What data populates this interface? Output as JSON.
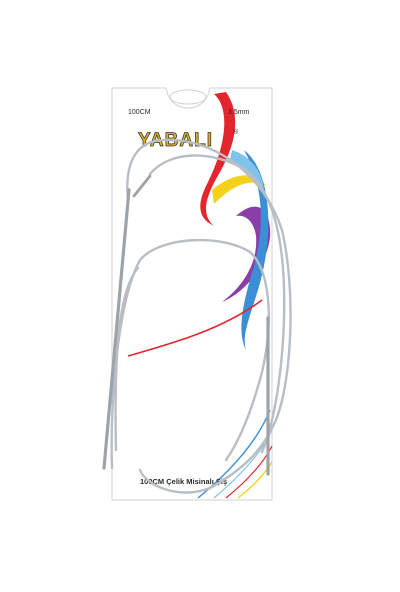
{
  "card": {
    "size_label": "100CM",
    "needle_size": "3.5mm",
    "brand": "YABALI",
    "brand_mark": "®",
    "product_name": "100CM Çelik Misinalı Şiş"
  },
  "colors": {
    "background": "#ffffff",
    "card": "#ffffff",
    "card_edge": "#d9d9d9",
    "brand_fill": "#e0b21e",
    "brand_outline": "#3a3a3a",
    "swoosh_red": "#e3262e",
    "swoosh_yellow": "#f4d21a",
    "swoosh_purple": "#8a3fa8",
    "swoosh_blue": "#3b8fd6",
    "swoosh_lightblue": "#7fc3ea",
    "cable": "#b9bec4",
    "needle": "#9ea3a8"
  }
}
